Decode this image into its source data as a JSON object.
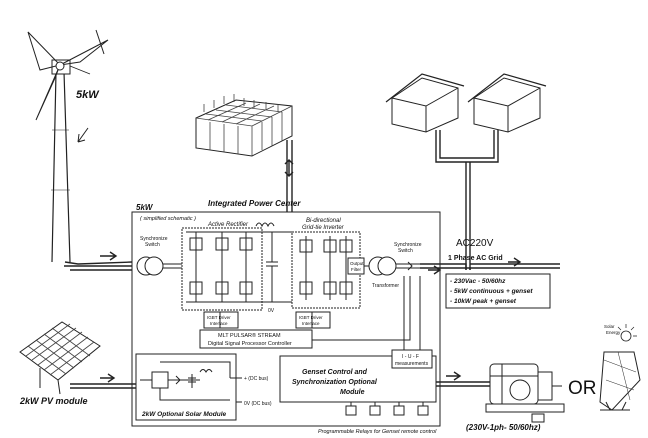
{
  "turbine": {
    "rating": "5kW"
  },
  "center": {
    "rating": "5kW",
    "title": "Integrated Power Center",
    "simplified": "( simplified schematic )",
    "sync_switch_left": [
      "Synchronize",
      "Switch"
    ],
    "active_rectifier": "Active Rectifier",
    "inverter": [
      "Bi-directional",
      "Grid-tie Inverter"
    ],
    "igbt_left": [
      "IGBT Driver",
      "Interface"
    ],
    "igbt_right": [
      "IGBT Driver",
      "Interface"
    ],
    "ov": "0V",
    "output_filter": [
      "Output",
      "Filter"
    ],
    "sync_switch_right": [
      "Synchronize",
      "Switch"
    ],
    "transformer": "Transformer",
    "dsp": [
      "MLT PULSAR® STREAM",
      "Digital Signal Processor Controller"
    ]
  },
  "grid": {
    "voltage": "AC220V",
    "phase": "1 Phase AC Grid",
    "specs": [
      "- 230Vac - 50/60hz",
      "- 5kW continuous + genset",
      "- 10kW peak + genset"
    ]
  },
  "solar_module": {
    "title": "2kW Optional Solar Module",
    "dc_bus_pos": "+ (DC bus)",
    "dc_bus_neg": "0V (DC bus)"
  },
  "pv": {
    "label": "2kW PV module"
  },
  "genset": {
    "control": [
      "Genset Control and",
      "Synchronization Optional",
      "Module"
    ],
    "measurements": [
      "I - U - F",
      "measurements"
    ],
    "relays": "Programmable Relays for Genset remote control",
    "spec": "(230V-1ph- 50/60hz)",
    "or": "OR"
  },
  "solar_dish": {
    "label": [
      "Solar",
      "Energy"
    ]
  }
}
